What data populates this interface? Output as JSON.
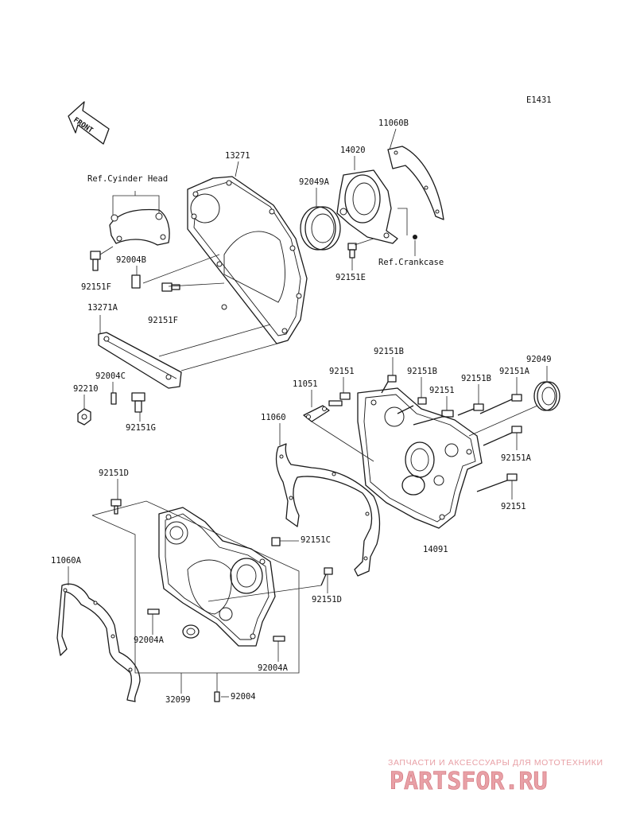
{
  "diagram": {
    "code": "E1431",
    "front_label": "FRONT",
    "refs": {
      "cylinder_head": "Ref.Cyinder Head",
      "crankcase": "Ref.Crankcase"
    },
    "labels": {
      "p13271": "13271",
      "p13271A": "13271A",
      "p14020": "14020",
      "p11060B": "11060B",
      "p92049A": "92049A",
      "p92004B": "92004B",
      "p92151F_1": "92151F",
      "p92151F_2": "92151F",
      "p92151E": "92151E",
      "p92004C": "92004C",
      "p92210": "92210",
      "p92151G": "92151G",
      "p92151B_1": "92151B",
      "p92151_1": "92151",
      "p92151B_2": "92151B",
      "p92151_2": "92151",
      "p92151B_3": "92151B",
      "p92151A_1": "92151A",
      "p92049": "92049",
      "p11051": "11051",
      "p11060": "11060",
      "p92151A_2": "92151A",
      "p92151_3": "92151",
      "p14091": "14091",
      "p92151D_1": "92151D",
      "p92151C": "92151C",
      "p92151D_2": "92151D",
      "p11060A": "11060A",
      "p92004A_1": "92004A",
      "p92004A_2": "92004A",
      "p32099": "32099",
      "p92004": "92004"
    }
  },
  "watermark": {
    "tagline": "ЗАПЧАСТИ И АКСЕССУАРЫ ДЛЯ МОТОТЕХНИКИ",
    "brand": "PARTSFOR.RU",
    "color": "#e8a0a6"
  }
}
